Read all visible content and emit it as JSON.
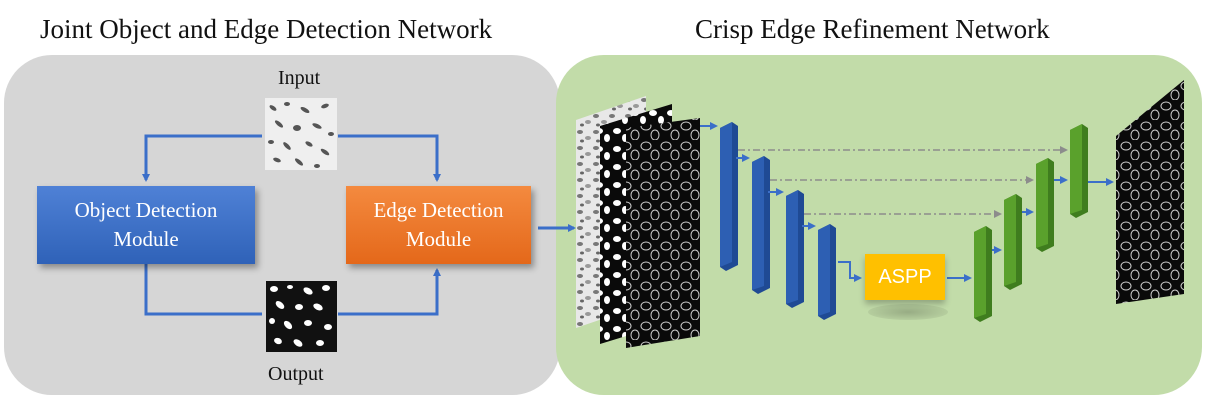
{
  "titles": {
    "left": "Joint Object and Edge Detection Network",
    "right": "Crisp Edge Refinement Network"
  },
  "left_panel": {
    "input_label": "Input",
    "output_label": "Output",
    "object_module": {
      "line1": "Object Detection",
      "line2": "Module"
    },
    "edge_module": {
      "line1": "Edge Detection",
      "line2": "Module"
    }
  },
  "right_panel": {
    "aspp_label": "ASPP"
  },
  "colors": {
    "left_panel_bg": "#d6d6d6",
    "right_panel_bg": "#c2dca9",
    "arrow": "#3b6fc9",
    "object_module": "#3f72cc",
    "edge_module": "#ec7626",
    "encoder_blocks": "#2d5fb3",
    "decoder_blocks": "#5aa12c",
    "aspp": "#ffc000",
    "skip_lines": "#8c8c8c"
  }
}
